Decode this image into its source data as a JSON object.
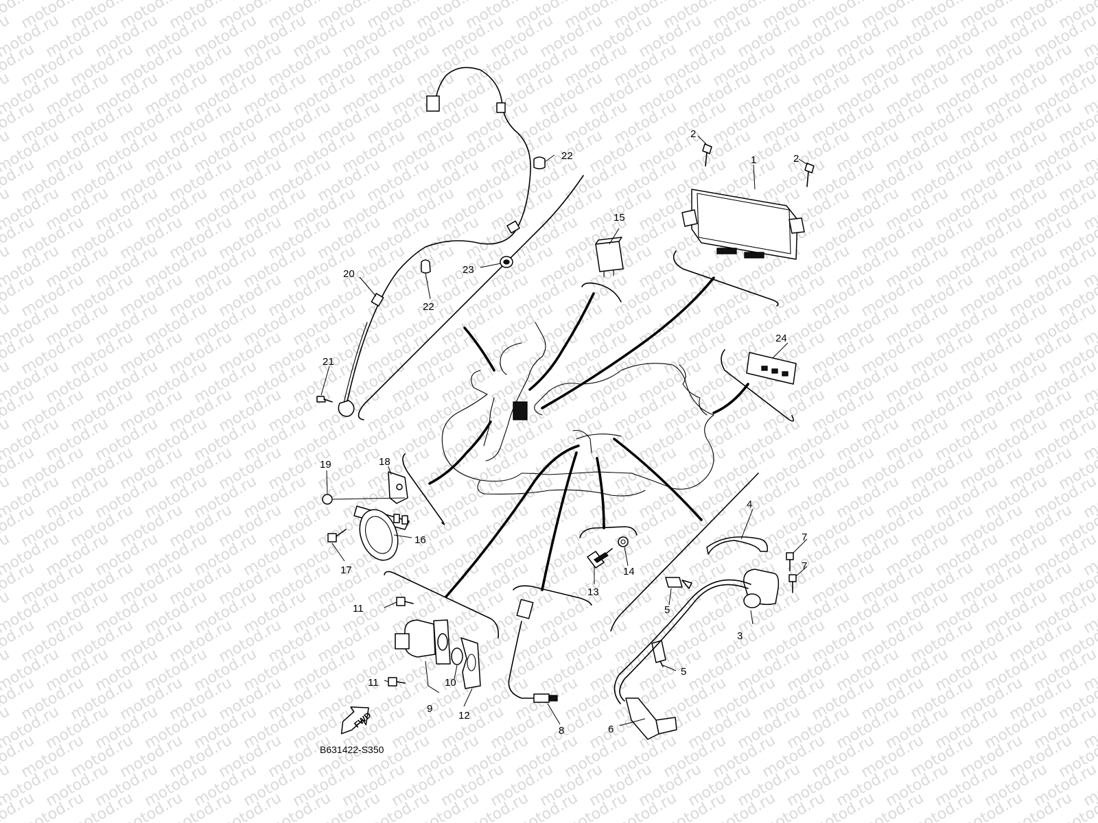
{
  "watermark": "motod.ru",
  "drawing_code": "B631422-S350",
  "fwd_label": "FWD",
  "callouts": {
    "c1": "1",
    "c2a": "2",
    "c2b": "2",
    "c3": "3",
    "c4": "4",
    "c5a": "5",
    "c5b": "5",
    "c6": "6",
    "c7a": "7",
    "c7b": "7",
    "c8": "8",
    "c9": "9",
    "c10": "10",
    "c11a": "11",
    "c11b": "11",
    "c12": "12",
    "c13": "13",
    "c14": "14",
    "c15": "15",
    "c16": "16",
    "c17": "17",
    "c18": "18",
    "c19": "19",
    "c20": "20",
    "c21": "21",
    "c22a": "22",
    "c22b": "22",
    "c23": "23",
    "c24": "24"
  }
}
